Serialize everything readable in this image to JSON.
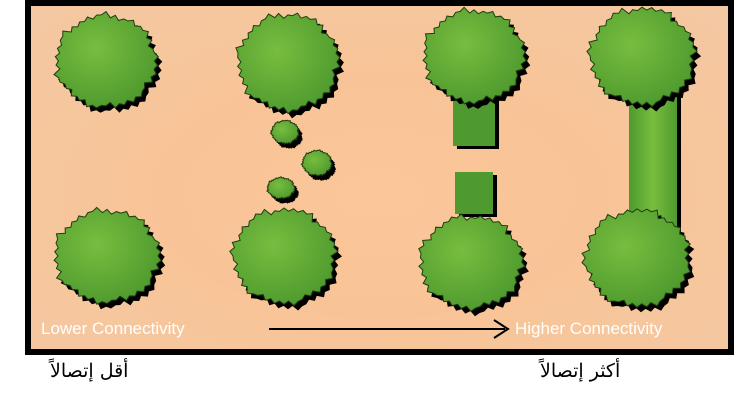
{
  "figure": {
    "lower_label": "Lower Connectivity",
    "higher_label": "Higher Connectivity"
  },
  "captions": {
    "lower_ar": "أقل إتصالاً",
    "higher_ar": "أكثر إتصالاً"
  },
  "colors": {
    "background": "#f8c497",
    "patch_fill": "#4e9a2e",
    "patch_light": "#78bd3f",
    "outline": "#000000"
  }
}
